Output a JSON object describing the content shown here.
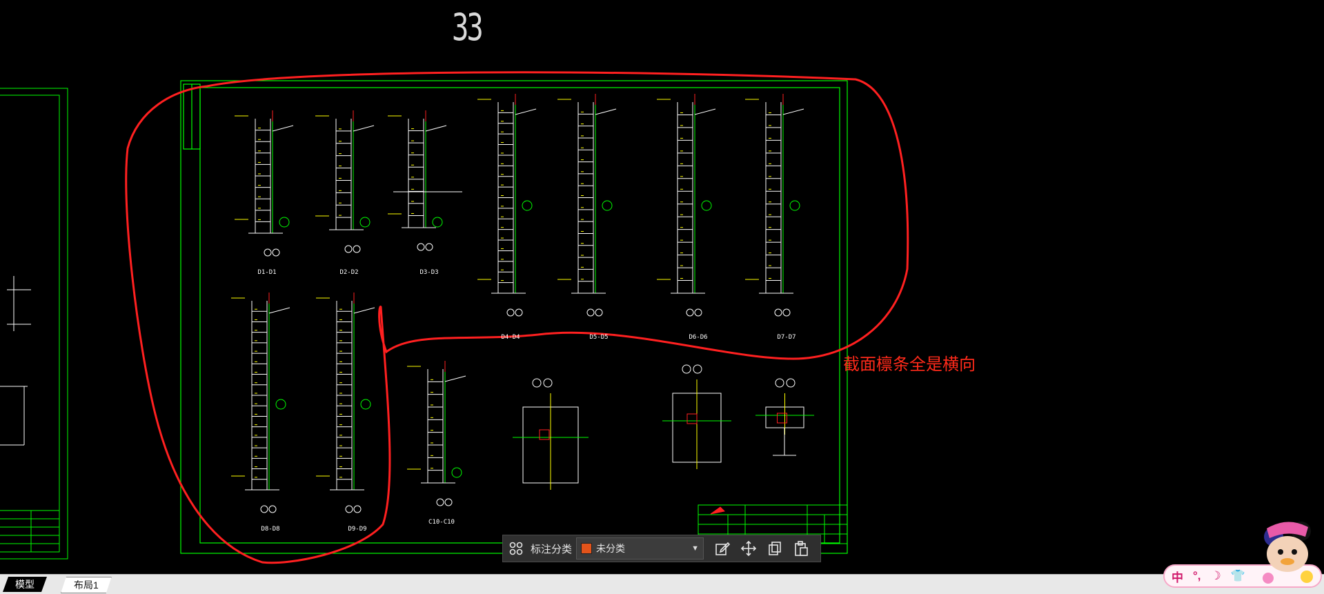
{
  "drawing": {
    "sheet_number": "33",
    "annotation": "截面檩条全是横向",
    "view_labels": [
      "D1-D1",
      "D2-D2",
      "D3-D3",
      "D4-D4",
      "D5-D5",
      "D6-D6",
      "D7-D7",
      "D8-D8",
      "D9-D9",
      "C10-C10"
    ]
  },
  "toolbar": {
    "category_label": "标注分类",
    "category_value": "未分类",
    "swatch_color": "#e2531a"
  },
  "tabs": [
    {
      "label": "模型",
      "active": true
    },
    {
      "label": "布局1",
      "active": false
    }
  ],
  "ime": {
    "mode": "中",
    "punct": "°,",
    "moon": "☽",
    "shirt": "👕"
  },
  "colors": {
    "frame_green": "#00ff00",
    "annotation_red": "#ff2a1a",
    "line_white": "#ffffff"
  }
}
